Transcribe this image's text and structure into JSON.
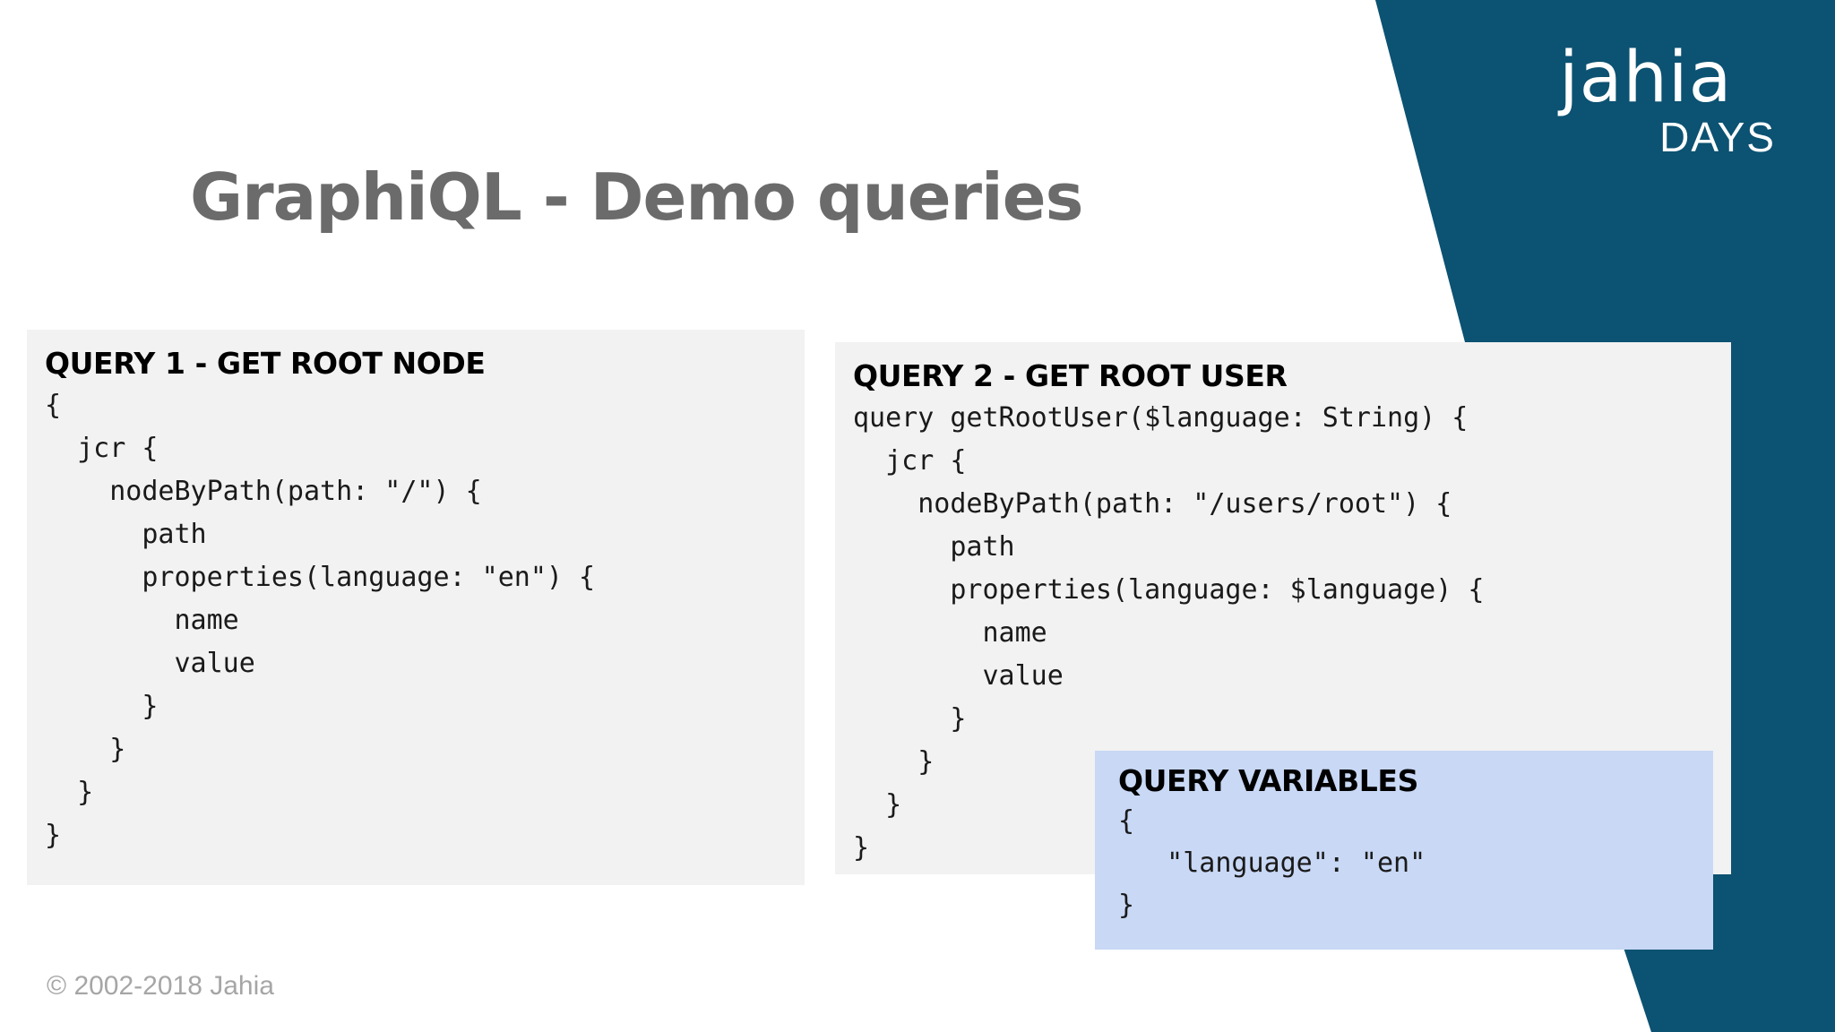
{
  "slide": {
    "title": "GraphiQL - Demo queries",
    "background_color": "#ffffff",
    "accent_color": "#0c5272",
    "panel_color": "#f2f2f2",
    "callout_color": "#c8d8f5",
    "title_color": "#6b6b6b"
  },
  "logo": {
    "wordmark": "jahia",
    "subtitle": "DAYS"
  },
  "panels": {
    "query1": {
      "heading": "QUERY 1 - GET ROOT NODE",
      "code": "{\n  jcr {\n    nodeByPath(path: \"/\") {\n      path\n      properties(language: \"en\") {\n        name\n        value\n      }\n    }\n  }\n}"
    },
    "query2": {
      "heading": "QUERY 2 - GET ROOT USER",
      "code": "query getRootUser($language: String) {\n  jcr {\n    nodeByPath(path: \"/users/root\") {\n      path\n      properties(language: $language) {\n        name\n        value\n      }\n    }\n  }\n}"
    },
    "query_variables": {
      "heading": "QUERY VARIABLES",
      "code": "{\n   \"language\": \"en\"\n}"
    }
  },
  "footer": {
    "copyright": "© 2002-2018  Jahia"
  }
}
